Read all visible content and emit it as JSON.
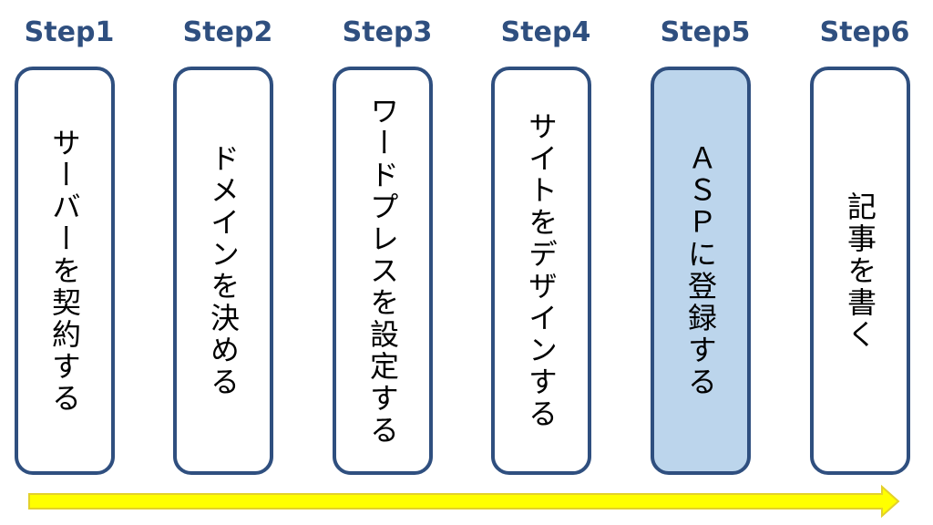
{
  "steps": [
    {
      "title": "Step1",
      "label": "サーバーを契約する",
      "highlight": false
    },
    {
      "title": "Step2",
      "label": "ドメインを決める",
      "highlight": false
    },
    {
      "title": "Step3",
      "label": "ワードプレスを設定する",
      "highlight": false
    },
    {
      "title": "Step4",
      "label": "サイトをデザインする",
      "highlight": false
    },
    {
      "title": "Step5",
      "label": "ＡＳＰに登録する",
      "highlight": true
    },
    {
      "title": "Step6",
      "label": "記事を書く",
      "highlight": false
    }
  ],
  "colors": {
    "border": "#2f4f7f",
    "title": "#2f4f7f",
    "highlight_fill": "#bcd5ec",
    "arrow_fill": "#ffff00",
    "arrow_stroke": "#e3d12a"
  }
}
